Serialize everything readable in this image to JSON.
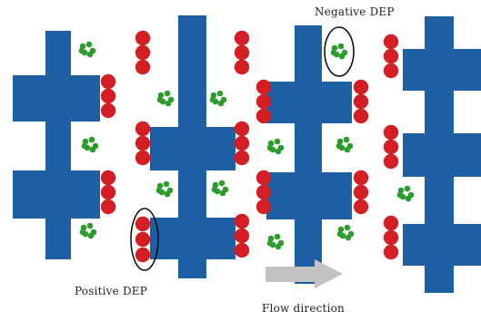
{
  "labels": {
    "negative_dep": "Negative DEP",
    "positive_dep": "Positive DEP",
    "flow_direction": "Flow direction"
  },
  "colors": {
    "electrode": "#1f5fa6",
    "positive_particle": "#d31e23",
    "negative_particle": "#2e9b2e",
    "flow_arrow": "#c2c2c2",
    "outline": "#111111"
  },
  "icons": {
    "flow_arrow": "right-arrow-icon"
  }
}
